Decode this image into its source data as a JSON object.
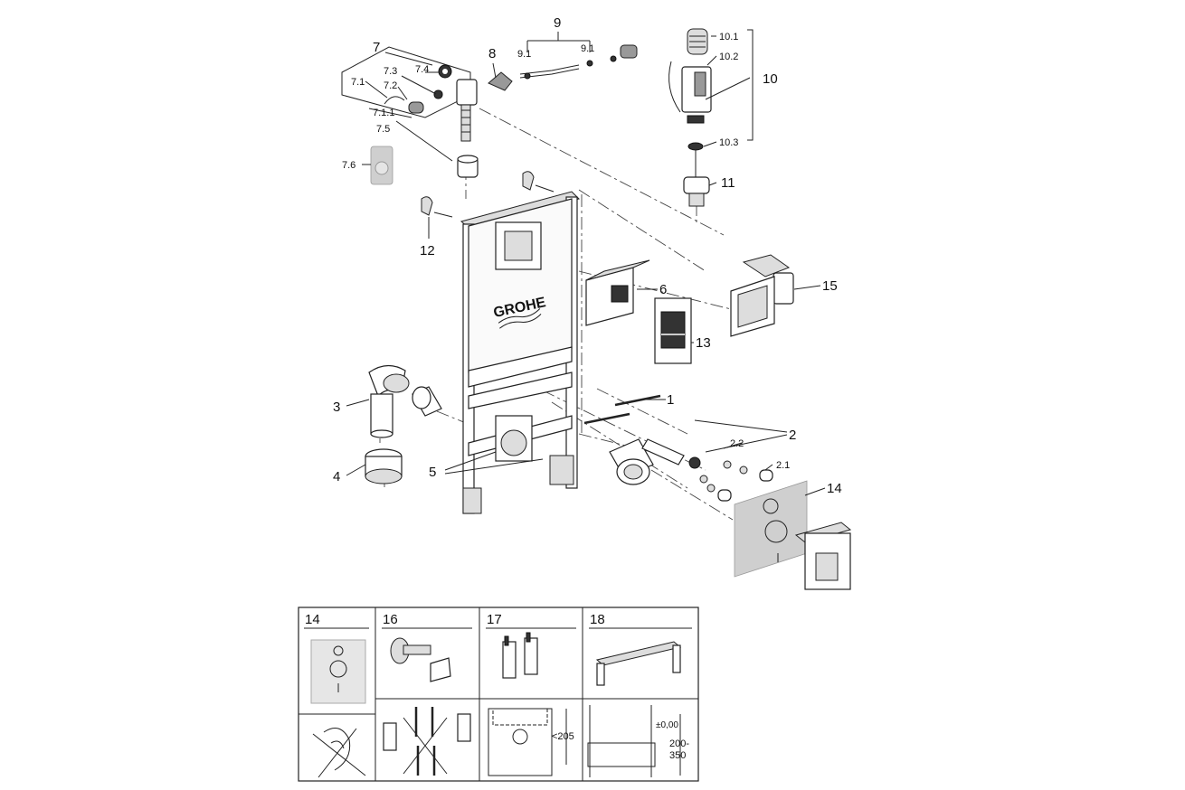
{
  "callouts": {
    "c1": "1",
    "c2": "2",
    "c2_1": "2.1",
    "c2_2": "2.2",
    "c3": "3",
    "c4": "4",
    "c5": "5",
    "c6": "6",
    "c7": "7",
    "c7_1": "7.1",
    "c7_1_1": "7.1.1",
    "c7_2": "7.2",
    "c7_3": "7.3",
    "c7_4": "7.4",
    "c7_5": "7.5",
    "c7_6": "7.6",
    "c8": "8",
    "c9": "9",
    "c9_1a": "9.1",
    "c9_1b": "9.1",
    "c10": "10",
    "c10_1": "10.1",
    "c10_2": "10.2",
    "c10_3": "10.3",
    "c11": "11",
    "c12": "12",
    "c13": "13",
    "c14": "14",
    "c15": "15"
  },
  "brand_logo": "GROHE",
  "accessory_table": {
    "headers": [
      "14",
      "16",
      "17",
      "18"
    ],
    "dims": {
      "max_height": "<205",
      "zero_level": "±0,00",
      "range_top": "200-",
      "range_bottom": "350"
    }
  }
}
